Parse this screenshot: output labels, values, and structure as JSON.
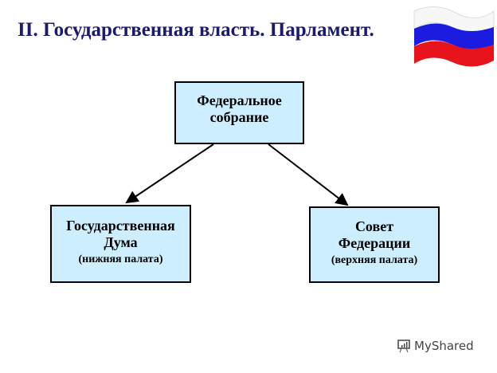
{
  "title": "II. Государственная власть. Парламент.",
  "nodes": {
    "top": {
      "line1": "Федеральное",
      "line2": "собрание"
    },
    "left": {
      "line1": "Государственная",
      "line2": "Дума",
      "sub": "(нижняя палата)"
    },
    "right": {
      "line1": "Совет",
      "line2": "Федерации",
      "sub": "(верхняя палата)"
    }
  },
  "watermark": "MyShared",
  "colors": {
    "box_fill": "#cdeefe",
    "title": "#1a1a6e"
  }
}
